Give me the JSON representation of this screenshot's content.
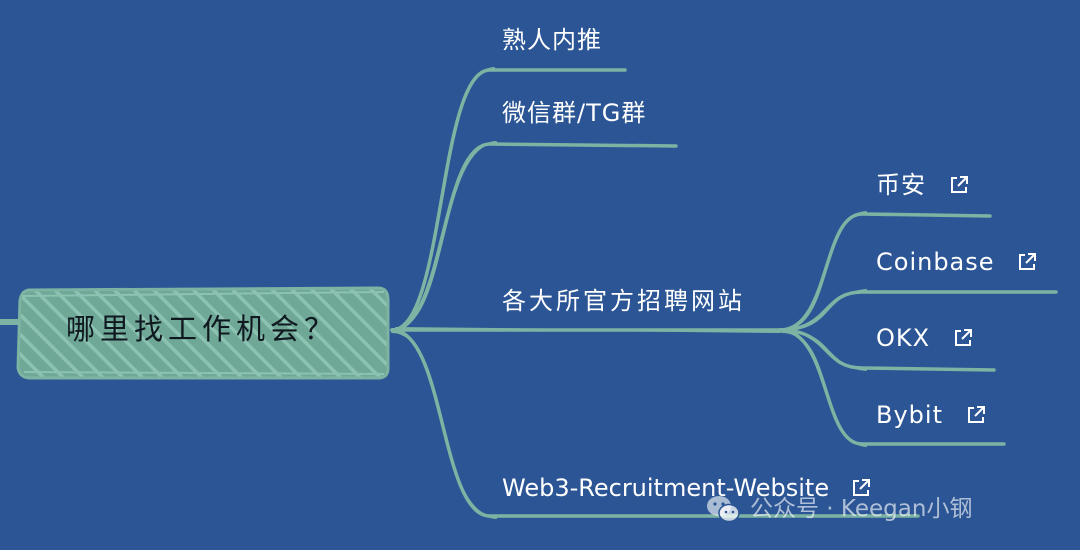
{
  "diagram": {
    "root": {
      "label": "哪里找工作机会？"
    },
    "branches": [
      {
        "label": "熟人内推",
        "has_link_icon": false
      },
      {
        "label": "微信群/TG群",
        "has_link_icon": false
      },
      {
        "label": "各大所官方招聘网站",
        "has_link_icon": false,
        "children": [
          {
            "label": "币安",
            "has_link_icon": true
          },
          {
            "label": "Coinbase",
            "has_link_icon": true
          },
          {
            "label": "OKX",
            "has_link_icon": true
          },
          {
            "label": "Bybit",
            "has_link_icon": true
          }
        ]
      },
      {
        "label": "Web3-Recruitment-Website",
        "has_link_icon": true
      }
    ]
  },
  "watermark": {
    "text": "公众号 · Keegan小钢",
    "icon": "wechat-icon"
  },
  "colors": {
    "background": "#2b5594",
    "branch": "#7db3a3",
    "root_fill": "#7db3a3",
    "text": "#ffffff"
  }
}
